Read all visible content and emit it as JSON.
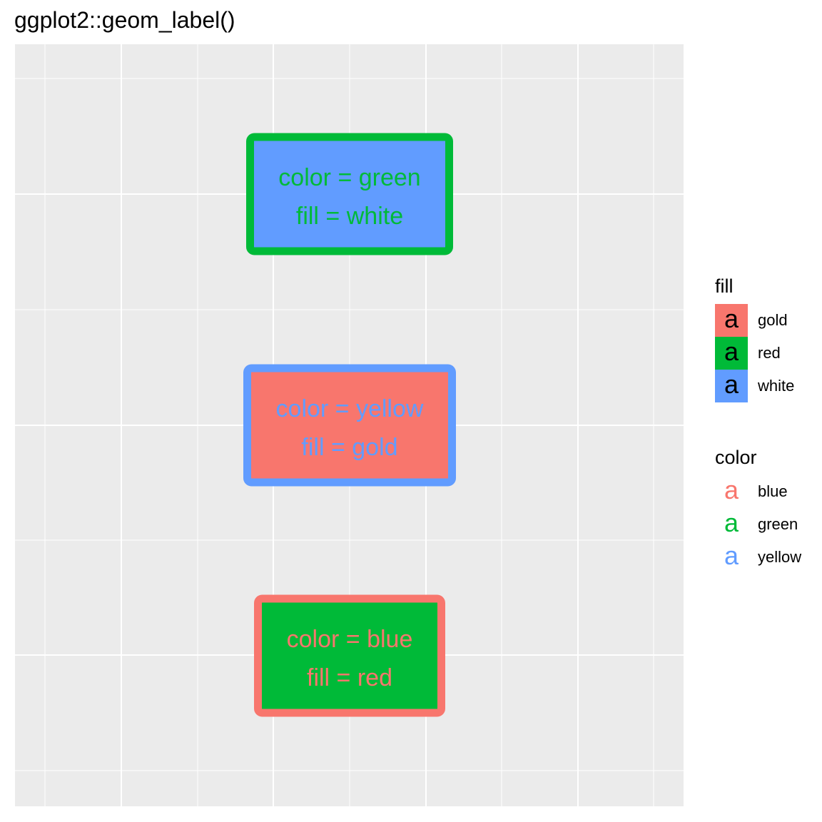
{
  "chart_data": {
    "type": "label",
    "title": "ggplot2::geom_label()",
    "xlabel": "",
    "ylabel": "",
    "grid": true,
    "panel_background": "#EBEBEB",
    "labels": [
      {
        "lines": [
          "color = green",
          "fill = white"
        ],
        "text_color": "#00BA38",
        "fill_color": "#619CFF",
        "border_color": "#00BA38",
        "row": 1
      },
      {
        "lines": [
          "color = yellow",
          "fill = gold"
        ],
        "text_color": "#619CFF",
        "fill_color": "#F8766D",
        "border_color": "#619CFF",
        "row": 2
      },
      {
        "lines": [
          "color = blue",
          "fill = red"
        ],
        "text_color": "#F8766D",
        "fill_color": "#00BA38",
        "border_color": "#F8766D",
        "row": 3
      }
    ],
    "legend_position": "right",
    "legends": [
      {
        "title": "fill",
        "key_glyph": "a",
        "entries": [
          {
            "label": "gold",
            "color": "#F8766D"
          },
          {
            "label": "red",
            "color": "#00BA38"
          },
          {
            "label": "white",
            "color": "#619CFF"
          }
        ]
      },
      {
        "title": "color",
        "key_glyph": "a",
        "entries": [
          {
            "label": "blue",
            "color": "#F8766D"
          },
          {
            "label": "green",
            "color": "#00BA38"
          },
          {
            "label": "yellow",
            "color": "#619CFF"
          }
        ]
      }
    ]
  }
}
